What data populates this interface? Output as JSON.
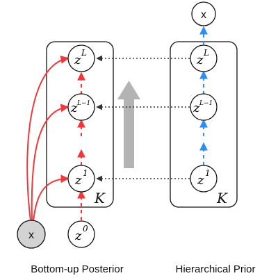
{
  "captions": {
    "left": "Bottom-up Posterior",
    "right": "Hierarchical Prior"
  },
  "posterior": {
    "nodes": {
      "top": "L",
      "mid": "L−1",
      "low": "1",
      "base": "0"
    },
    "observed": "x",
    "K": "K"
  },
  "prior": {
    "nodes": {
      "top": "L",
      "mid": "L−1",
      "low": "1"
    },
    "observed": "x",
    "K": "K"
  },
  "colors": {
    "posterior_edge": "#f0383a",
    "prior_edge": "#2b8ef0",
    "link": "#333333",
    "big_arrow": "#b3b3b3",
    "observed_fill": "#d3d3d3"
  }
}
